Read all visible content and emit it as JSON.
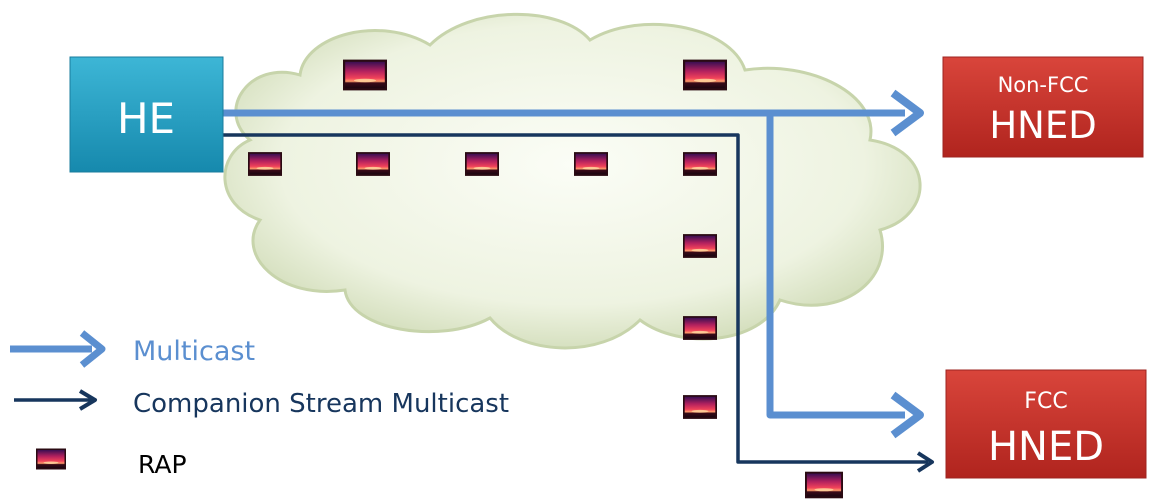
{
  "nodes": {
    "he": {
      "label": "HE"
    },
    "non_fcc": {
      "line1": "Non-FCC",
      "line2": "HNED"
    },
    "fcc": {
      "line1": "FCC",
      "line2": "HNED"
    }
  },
  "legend": {
    "multicast": "Multicast",
    "companion": "Companion Stream Multicast",
    "rap": "RAP"
  },
  "colors": {
    "he_fill": "#1e9cc0",
    "hned_fill": "#c8302a",
    "multicast_arrow": "#5b8fd0",
    "companion_arrow": "#17365d",
    "cloud": "#e3ecd2",
    "legend_multicast_text": "#5b8fd0",
    "legend_companion_text": "#17365d"
  },
  "icons": {
    "rap": "rap-picture-icon"
  }
}
